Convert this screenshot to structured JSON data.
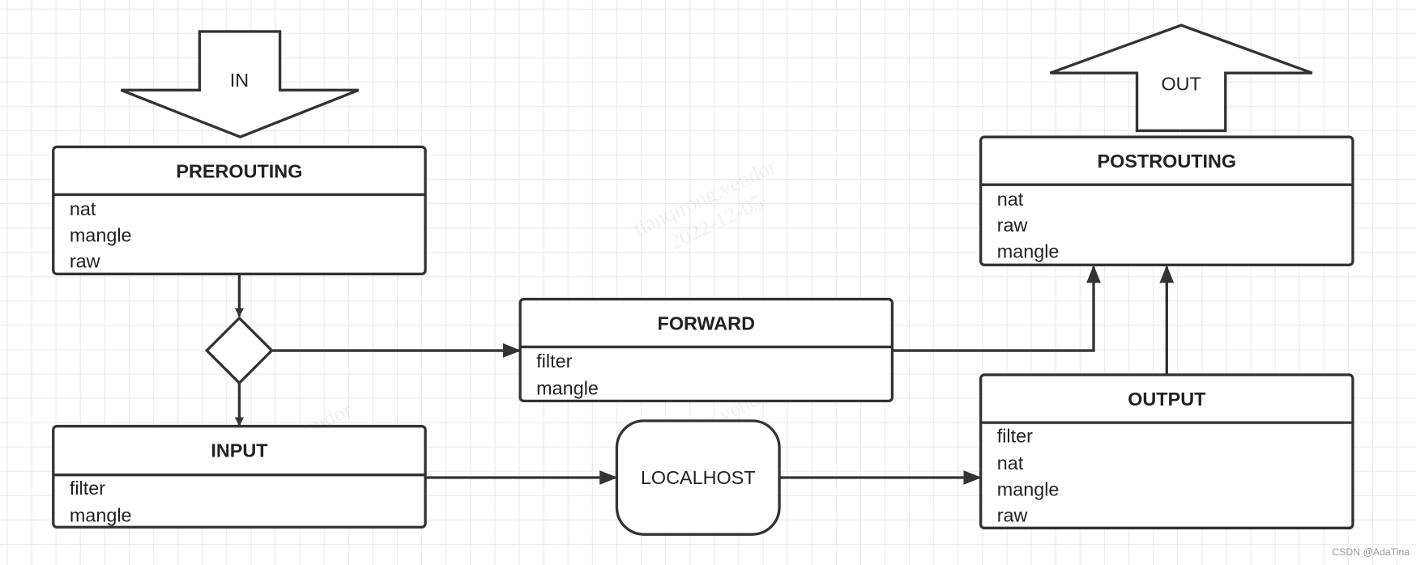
{
  "nodes": {
    "in": {
      "label": "IN"
    },
    "out": {
      "label": "OUT"
    },
    "prerouting": {
      "title": "PREROUTING",
      "items": [
        "nat",
        "mangle",
        "raw"
      ]
    },
    "forward": {
      "title": "FORWARD",
      "items": [
        "filter",
        "mangle"
      ]
    },
    "postrouting": {
      "title": "POSTROUTING",
      "items": [
        "nat",
        "raw",
        "mangle"
      ]
    },
    "input": {
      "title": "INPUT",
      "items": [
        "filter",
        "mangle"
      ]
    },
    "localhost": {
      "label": "LOCALHOST"
    },
    "output": {
      "title": "OUTPUT",
      "items": [
        "filter",
        "nat",
        "mangle",
        "raw"
      ]
    }
  },
  "edges": [
    {
      "from": "in",
      "to": "prerouting"
    },
    {
      "from": "prerouting",
      "to": "decision"
    },
    {
      "from": "decision",
      "to": "forward"
    },
    {
      "from": "decision",
      "to": "input"
    },
    {
      "from": "forward",
      "to": "postrouting"
    },
    {
      "from": "input",
      "to": "localhost"
    },
    {
      "from": "localhost",
      "to": "output"
    },
    {
      "from": "output",
      "to": "postrouting"
    },
    {
      "from": "postrouting",
      "to": "out"
    }
  ],
  "watermark": {
    "line1": "tianqirong.vendor",
    "line2": "2022-12-05"
  },
  "credit": "CSDN @AdaTina",
  "colors": {
    "stroke": "#333333",
    "grid": "#ececec",
    "background": "#ffffff"
  }
}
